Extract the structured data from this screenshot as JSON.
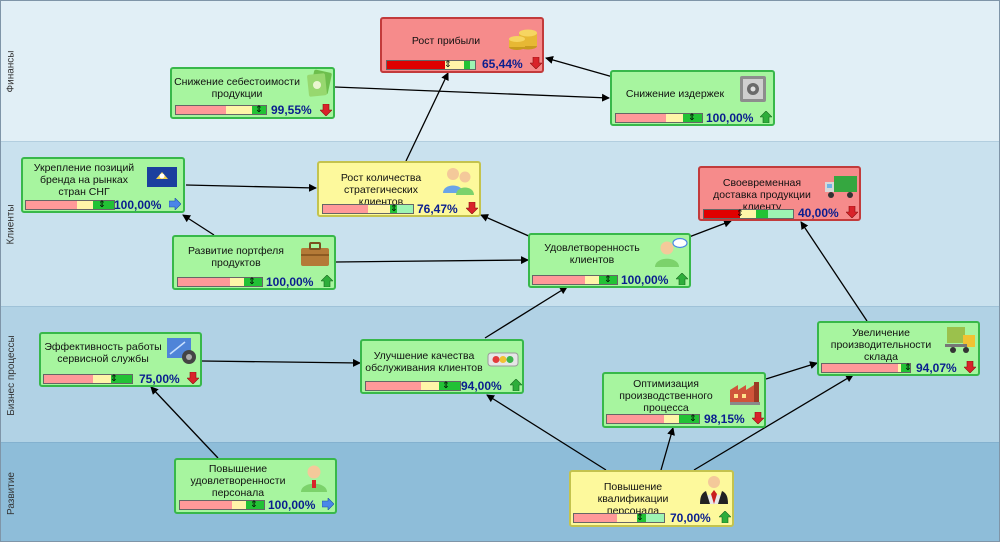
{
  "lanes": [
    {
      "label": "Финансы"
    },
    {
      "label": "Клиенты"
    },
    {
      "label": "Бизнес процессы"
    },
    {
      "label": "Развитие"
    }
  ],
  "cards": {
    "profit": {
      "title": "Рост прибыли",
      "value": "65,44%",
      "status": "red",
      "trend": "down",
      "icon": "coins-icon"
    },
    "cost_down": {
      "title": "Снижение себестоимости продукции",
      "value": "99,55%",
      "status": "green",
      "trend": "down",
      "icon": "money-icon"
    },
    "expenses": {
      "title": "Снижение издержек",
      "value": "100,00%",
      "status": "green",
      "trend": "up",
      "icon": "safe-icon"
    },
    "brand": {
      "title": "Укрепление позиций бренда на рынках стран СНГ",
      "value": "100,00%",
      "status": "green",
      "trend": "right",
      "icon": "flag-icon"
    },
    "strategic": {
      "title": "Рост количества стратегических клиентов",
      "value": "76,47%",
      "status": "yellow",
      "trend": "down",
      "icon": "users-icon"
    },
    "delivery": {
      "title": "Своевременная доставка продукции клиенту",
      "value": "40,00%",
      "status": "red",
      "trend": "down",
      "icon": "truck-icon"
    },
    "portfolio": {
      "title": "Развитие портфеля продуктов",
      "value": "100,00%",
      "status": "green",
      "trend": "up",
      "icon": "briefcase-icon"
    },
    "satisfaction": {
      "title": "Удовлетворенность клиентов",
      "value": "100,00%",
      "status": "green",
      "trend": "up",
      "icon": "user-chat-icon"
    },
    "service": {
      "title": "Эффективность работы сервисной службы",
      "value": "75,00%",
      "status": "green",
      "trend": "down",
      "icon": "gear-icon"
    },
    "quality": {
      "title": "Улучшение качества обслуживания клиентов",
      "value": "94,00%",
      "status": "green",
      "trend": "up",
      "icon": "traffic-light-icon"
    },
    "warehouse": {
      "title": "Увеличение производительности склада",
      "value": "94,07%",
      "status": "green",
      "trend": "down",
      "icon": "forklift-icon"
    },
    "production": {
      "title": "Оптимизация производственного процесса",
      "value": "98,15%",
      "status": "green",
      "trend": "down",
      "icon": "factory-icon"
    },
    "staff": {
      "title": "Повышение удовлетворенности персонала",
      "value": "100,00%",
      "status": "green",
      "trend": "right",
      "icon": "person-icon"
    },
    "skills": {
      "title": "Повышение квалификации персонала",
      "value": "70,00%",
      "status": "yellow",
      "trend": "up",
      "icon": "businessman-icon"
    }
  },
  "colors": {
    "green_card": "#a7f59f",
    "yellow_card": "#fdf99c",
    "red_card": "#f68b8b",
    "percent_text": "#0a1e8f"
  }
}
